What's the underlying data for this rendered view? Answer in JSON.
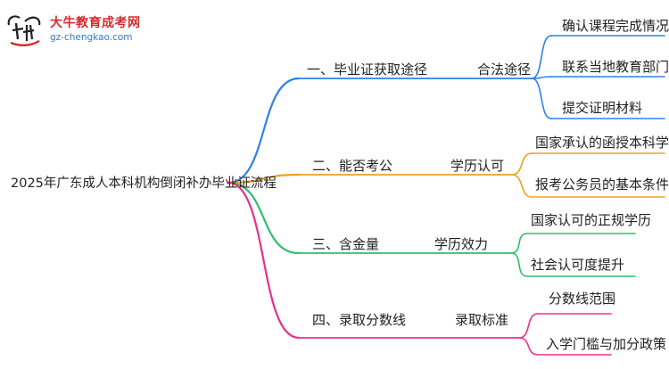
{
  "logo": {
    "name": "大牛教育成考网",
    "url": "gz-chengkao.com"
  },
  "root": "2025年广东成人本科机构倒闭补办毕业证流程",
  "branches": [
    {
      "label": "一、毕业证获取途径",
      "mid": "合法途径",
      "color": "#2f80e8",
      "leaves": [
        "确认课程完成情况",
        "联系当地教育部门",
        "提交证明材料"
      ]
    },
    {
      "label": "二、能否考公",
      "mid": "学历认可",
      "color": "#f0a020",
      "leaves": [
        "国家承认的函授本科学历",
        "报考公务员的基本条件"
      ]
    },
    {
      "label": "三、含金量",
      "mid": "学历效力",
      "color": "#2fbf6a",
      "leaves": [
        "国家认可的正规学历",
        "社会认可度提升"
      ]
    },
    {
      "label": "四、录取分数线",
      "mid": "录取标准",
      "color": "#e8308f",
      "leaves": [
        "分数线范围",
        "入学门槛与加分政策"
      ]
    }
  ]
}
